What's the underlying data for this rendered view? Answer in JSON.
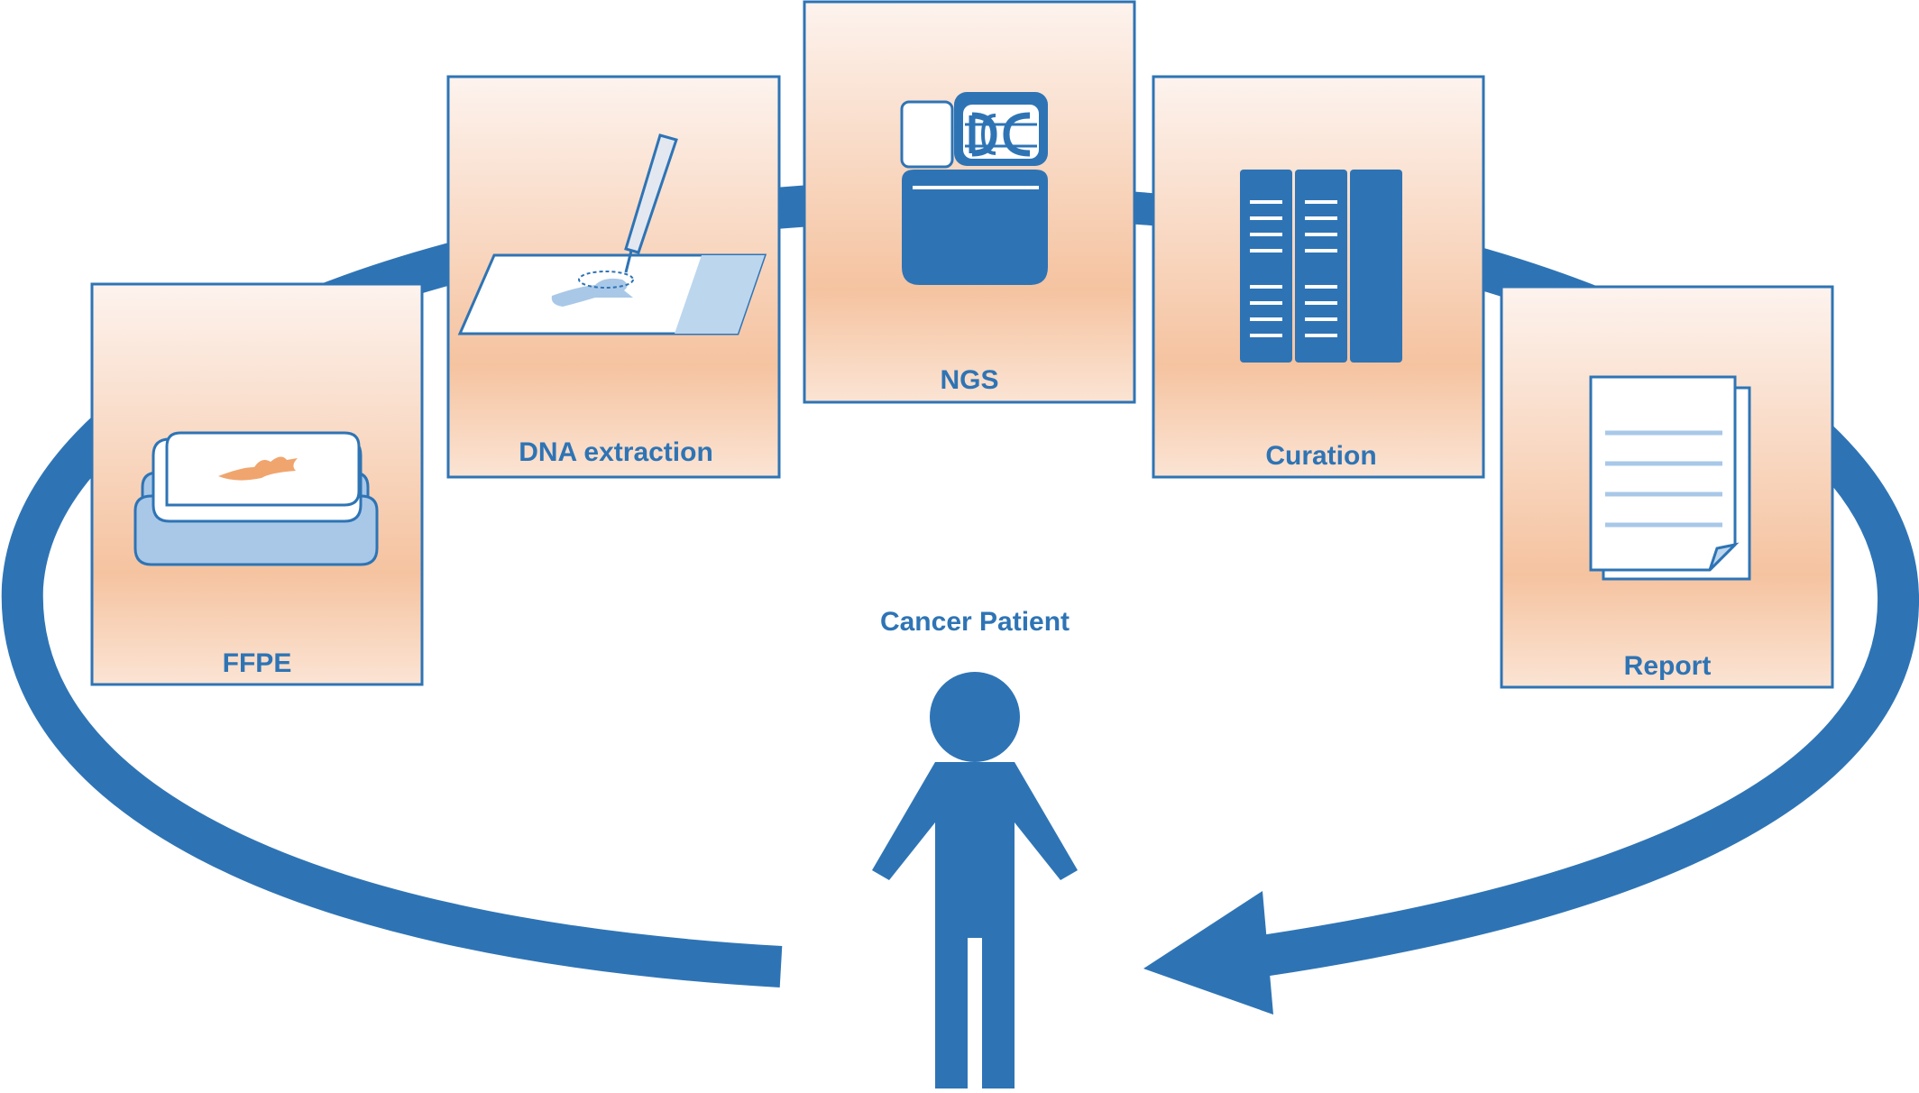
{
  "diagram": {
    "center_label": "Cancer Patient",
    "steps": [
      {
        "id": "ffpe",
        "label": "FFPE",
        "icon": "ffpe-block-icon"
      },
      {
        "id": "dna",
        "label": "DNA extraction",
        "icon": "slide-pipette-icon"
      },
      {
        "id": "ngs",
        "label": "NGS",
        "icon": "sequencer-icon"
      },
      {
        "id": "curation",
        "label": "Curation",
        "icon": "database-columns-icon"
      },
      {
        "id": "report",
        "label": "Report",
        "icon": "document-pages-icon"
      }
    ],
    "colors": {
      "primary_blue": "#2e74b5",
      "light_blue": "#a9c8e8",
      "pale_blue": "#bcd6ee",
      "tissue_orange": "#f0a56e",
      "card_top": "#fdf3ee",
      "card_mid": "#f5c3a0",
      "card_border": "#2e74b5"
    }
  }
}
